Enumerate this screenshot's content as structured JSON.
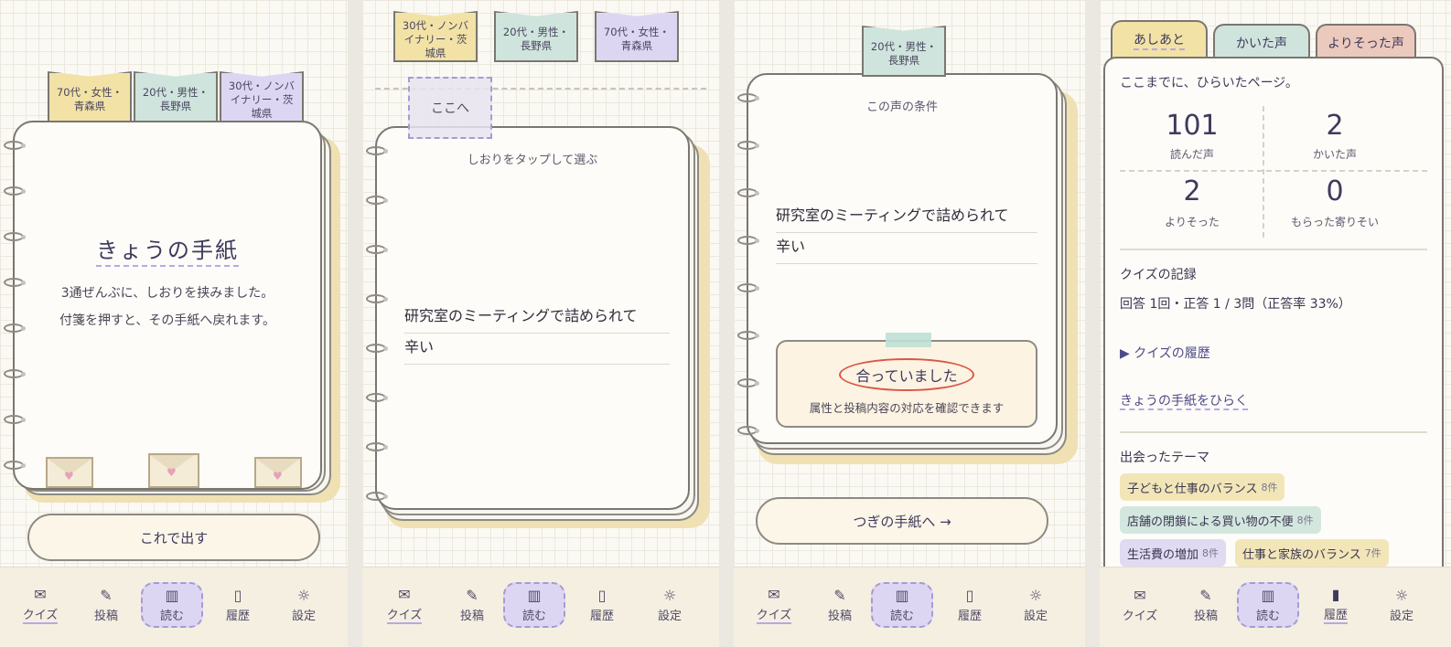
{
  "panel1": {
    "tags": [
      "70代・女性・青森県",
      "20代・男性・長野県",
      "30代・ノンバイナリー・茨城県"
    ],
    "title": "きょうの手紙",
    "desc1": "3通ぜんぶに、しおりを挟みました。",
    "desc2": "付箋を押すと、その手紙へ戻れます。",
    "button": "これで出す"
  },
  "panel2": {
    "tags": [
      "30代・ノンバイナリー・茨城県",
      "20代・男性・長野県",
      "70代・女性・青森県"
    ],
    "drop_target": "ここへ",
    "hint": "しおりをタップして選ぶ",
    "line1": "研究室のミーティングで詰められて",
    "line2": "辛い"
  },
  "panel3": {
    "tag": "20代・男性・長野県",
    "condition_label": "この声の条件",
    "line1": "研究室のミーティングで詰められて",
    "line2": "辛い",
    "result_title": "合っていました",
    "result_desc": "属性と投稿内容の対応を確認できます",
    "next_button": "つぎの手紙へ →"
  },
  "panel4": {
    "tabs": [
      "あしあと",
      "かいた声",
      "よりそった声"
    ],
    "heading": "ここまでに、ひらいたページ。",
    "stats": [
      {
        "value": "101",
        "label": "読んだ声"
      },
      {
        "value": "2",
        "label": "かいた声"
      },
      {
        "value": "2",
        "label": "よりそった"
      },
      {
        "value": "0",
        "label": "もらった寄りそい"
      }
    ],
    "quiz_title": "クイズの記録",
    "quiz_summary": "回答 1回・正答 1 / 3問（正答率 33%）",
    "quiz_history": "▶ クイズの履歴",
    "open_letter": "きょうの手紙をひらく",
    "themes_title": "出会ったテーマ",
    "themes": [
      {
        "label": "子どもと仕事のバランス",
        "count": "8件",
        "color": "#f2e6b8"
      },
      {
        "label": "店舗の閉鎖による買い物の不便",
        "count": "8件",
        "color": "#d3e7df"
      },
      {
        "label": "生活費の増加",
        "count": "8件",
        "color": "#e0daf3"
      },
      {
        "label": "仕事と家族のバランス",
        "count": "7件",
        "color": "#f2e6b8"
      }
    ]
  },
  "nav": {
    "items": [
      "クイズ",
      "投稿",
      "読む",
      "履歴",
      "設定"
    ],
    "icons": [
      "envelope-icon",
      "pencil-icon",
      "book-icon",
      "bookmark-icon",
      "sun-icon"
    ]
  },
  "colors": {
    "yellow": "#f2e2a6",
    "green": "#cfe4dc",
    "purple": "#ddd6f2",
    "accent": "#a79ad2"
  }
}
